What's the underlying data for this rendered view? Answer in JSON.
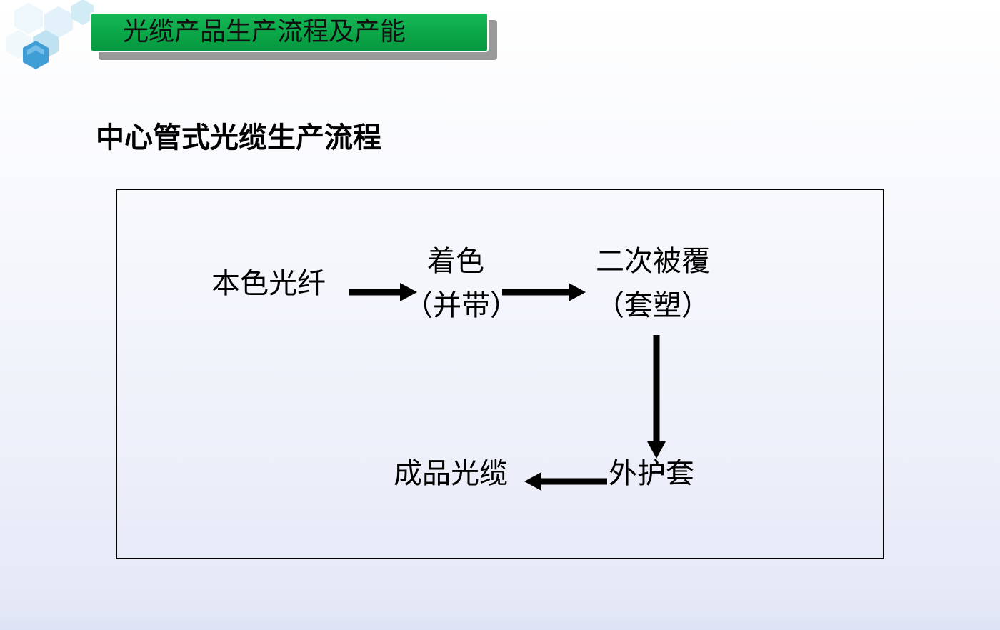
{
  "slide": {
    "title": "光缆产品生产流程及产能",
    "subtitle": "中心管式光缆生产流程"
  },
  "colors": {
    "banner_green": "#0aa647",
    "hex_light": "#e6f4fb",
    "hex_mid": "#bfe6f4",
    "hex_dark": "#3f9ed6"
  },
  "flow": {
    "nodes": {
      "bare_fiber": {
        "label": "本色光纤"
      },
      "coloring": {
        "label": "着色",
        "sublabel": "（并带）"
      },
      "secondary_coating": {
        "label": "二次被覆",
        "sublabel": "（套塑）"
      },
      "outer_sheath": {
        "label": "外护套"
      },
      "finished_cable": {
        "label": "成品光缆"
      }
    },
    "edges": [
      [
        "本色光纤",
        "着色"
      ],
      [
        "着色",
        "二次被覆"
      ],
      [
        "二次被覆",
        "外护套"
      ],
      [
        "外护套",
        "成品光缆"
      ]
    ]
  }
}
